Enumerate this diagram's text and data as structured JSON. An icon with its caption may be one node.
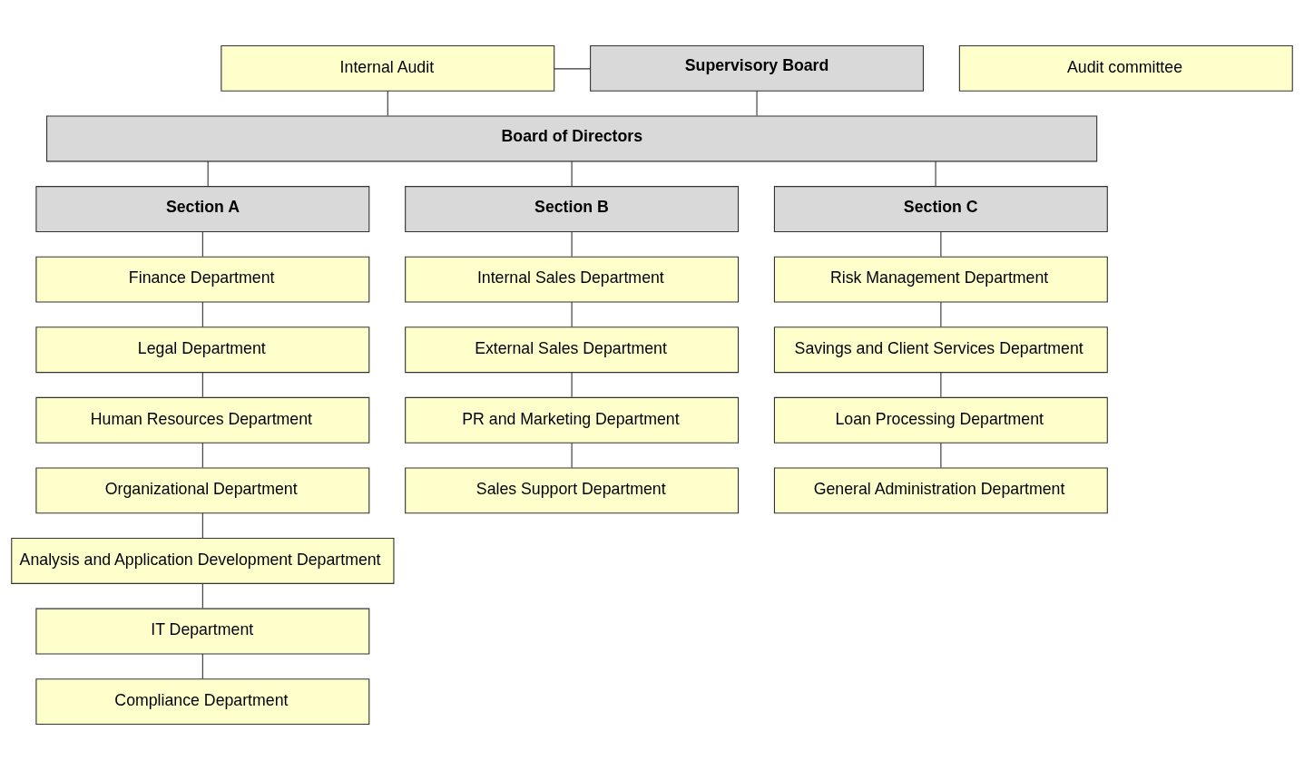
{
  "diagram": {
    "nodes": [
      {
        "text": [
          "Internal Audit"
        ]
      },
      {
        "text": [
          "Supervisory Board"
        ]
      },
      {
        "text": [
          "Audit committee"
        ]
      },
      {
        "text": [
          "Board of Directors"
        ]
      },
      {
        "text": [
          "Section A"
        ]
      },
      {
        "text": [
          "Section B"
        ]
      },
      {
        "text": [
          "Section C"
        ]
      },
      {
        "text": [
          "Finance Department"
        ]
      },
      {
        "text": [
          "Legal Department"
        ]
      },
      {
        "text": [
          "Human Resources Department"
        ]
      },
      {
        "text": [
          "Organizational Department"
        ]
      },
      {
        "text": [
          "Analysis and Application Development Department"
        ]
      },
      {
        "text": [
          "IT Department"
        ]
      },
      {
        "text": [
          "Compliance Department"
        ]
      },
      {
        "text": [
          "Internal Sales Department"
        ]
      },
      {
        "text": [
          "External Sales Department"
        ]
      },
      {
        "text": [
          "PR and Marketing Department"
        ]
      },
      {
        "text": [
          "Sales Support Department"
        ]
      },
      {
        "text": [
          "Risk Management Department"
        ]
      },
      {
        "text": [
          "Savings and Client Services Department"
        ]
      },
      {
        "text": [
          "Loan Processing Department"
        ]
      },
      {
        "text": [
          "General Administration Department"
        ]
      }
    ],
    "edges": [
      {
        "from": 0,
        "to": 1,
        "arrow": "none"
      },
      {
        "from": 0,
        "to": 3,
        "arrow": "none"
      },
      {
        "from": 1,
        "to": 3,
        "arrow": "none"
      },
      {
        "from": 3,
        "to": 4,
        "arrow": "none"
      },
      {
        "from": 3,
        "to": 5,
        "arrow": "none"
      },
      {
        "from": 3,
        "to": 6,
        "arrow": "none"
      },
      {
        "from": 4,
        "to": 7,
        "arrow": "none"
      },
      {
        "from": 7,
        "to": 8,
        "arrow": "none"
      },
      {
        "from": 8,
        "to": 9,
        "arrow": "none"
      },
      {
        "from": 9,
        "to": 10,
        "arrow": "none"
      },
      {
        "from": 10,
        "to": 11,
        "arrow": "none"
      },
      {
        "from": 11,
        "to": 12,
        "arrow": "none"
      },
      {
        "from": 12,
        "to": 13,
        "arrow": "none"
      },
      {
        "from": 5,
        "to": 14,
        "arrow": "none"
      },
      {
        "from": 14,
        "to": 15,
        "arrow": "none"
      },
      {
        "from": 15,
        "to": 16,
        "arrow": "none"
      },
      {
        "from": 16,
        "to": 17,
        "arrow": "none"
      },
      {
        "from": 6,
        "to": 18,
        "arrow": "none"
      },
      {
        "from": 18,
        "to": 19,
        "arrow": "none"
      },
      {
        "from": 19,
        "to": 20,
        "arrow": "none"
      },
      {
        "from": 20,
        "to": 21,
        "arrow": "none"
      }
    ]
  }
}
